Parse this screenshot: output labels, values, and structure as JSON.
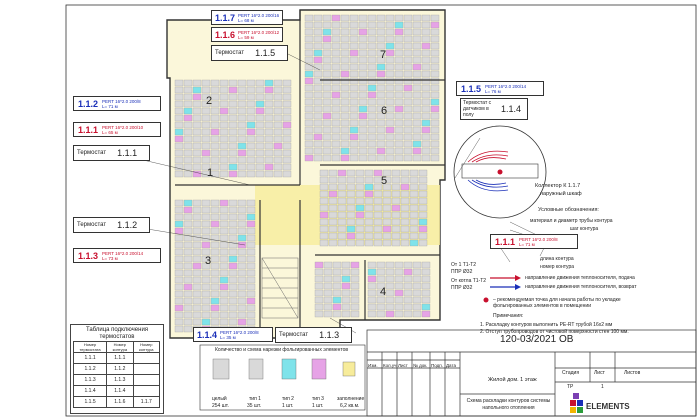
{
  "tags": [
    {
      "num": "1.1.7",
      "pert": "PERT 16*2.0",
      "spec": "200/16",
      "len": "L= 68 м",
      "color": "blue"
    },
    {
      "num": "1.1.6",
      "pert": "PERT 16*2.0",
      "spec": "200/12",
      "len": "L= 59 м",
      "color": "red"
    },
    {
      "num": "1.1.5",
      "color": "black",
      "thermo": "Термостат"
    },
    {
      "num": "1.1.2",
      "pert": "PERT 16*2.0",
      "spec": "200/8",
      "len": "L= 71 м",
      "color": "blue"
    },
    {
      "num": "1.1.1",
      "pert": "PERT 16*2.0",
      "spec": "200/10",
      "len": "L= 65 м",
      "color": "red"
    },
    {
      "num": "1.1.1",
      "color": "black",
      "thermo": "Термостат"
    },
    {
      "num": "1.1.2",
      "color": "black",
      "thermo": "Термостат"
    },
    {
      "num": "1.1.3",
      "pert": "PERT 16*2.0",
      "spec": "200/14",
      "len": "L= 73 м",
      "color": "red"
    },
    {
      "num": "1.1.5",
      "pert": "PERT 16*2.0",
      "spec": "200/14",
      "len": "L= 76 м",
      "color": "blue"
    },
    {
      "num": "1.1.4",
      "color": "black",
      "thermo": "Термостат с датчиком в полу"
    },
    {
      "num": "1.1.4",
      "pert": "PERT 16*2.0",
      "spec": "200/8",
      "len": "L= 35 м",
      "color": "blue"
    },
    {
      "num": "1.1.3",
      "color": "black",
      "thermo": "Термостат"
    }
  ],
  "room_numbers": [
    "1",
    "2",
    "3",
    "4",
    "5",
    "6",
    "7"
  ],
  "collector": {
    "title": "Коллектор К 1.1.7",
    "subtitle": "наружный шкаф"
  },
  "legend": {
    "title": "Условные обозначения:",
    "line1": "материал и диаметр трубы контура",
    "line2": "шаг контура",
    "example_num": "1.1.1",
    "example_pert": "PERT 16*2.0",
    "example_spec": "200/8",
    "example_len": "L= 71 м",
    "line3": "длина контура",
    "line4": "номер контура",
    "arrow_red": "направление движения теплоносителя, подача",
    "arrow_blue": "направление движения теплоносителя, возврат",
    "dot": "– рекомендуемая точка для начала работы по укладке фольгированных элементов в помещении",
    "notes_title": "Примечания:",
    "note1": "1. Раскладку контуров выполнить PE-RT трубой 16х2 мм",
    "note2": "2. Отступ трубопроводов от чистовой поверхности стен 100 мм."
  },
  "pipe_labels": [
    {
      "top": "От 1 Т1-Т2",
      "bottom": "ППР Ø32"
    },
    {
      "top": "От котла Т1-Т2",
      "bottom": "ППР Ø32"
    }
  ],
  "thermo_table": {
    "title": "Таблица подключения термостатов",
    "headers": [
      "Номер термостата",
      "Номер контура",
      "Номер контура"
    ],
    "rows": [
      [
        "1.1.1",
        "1.1.1",
        ""
      ],
      [
        "1.1.2",
        "1.1.2",
        ""
      ],
      [
        "1.1.3",
        "1.1.3",
        ""
      ],
      [
        "1.1.4",
        "1.1.4",
        ""
      ],
      [
        "1.1.5",
        "1.1.6",
        "1.1.7"
      ]
    ]
  },
  "elements": {
    "title": "Количество и схема нарезки фольгированных элементов",
    "items": [
      {
        "name": "целый",
        "count": "254 шт."
      },
      {
        "name": "тип 1",
        "count": "35 шт."
      },
      {
        "name": "тип 2",
        "count": "1 шт."
      },
      {
        "name": "тип 3",
        "count": "1 шт."
      },
      {
        "name": "заполнение",
        "count": "6,2 кв.м."
      }
    ]
  },
  "stamp": {
    "code": "120-03/2021 ОВ",
    "cols": [
      "Изм.",
      "Кол.уч",
      "Лист",
      "№ док.",
      "Подп.",
      "Дата"
    ],
    "object": "Жилой дом. 1 этаж",
    "stage_h": "Стадия",
    "sheet_h": "Лист",
    "sheets_h": "Листов",
    "stage": "ТР",
    "sheet": "1",
    "sheets": "",
    "desc": "Схема раскладки контуров системы напольного отопления",
    "company": "ELEMENTS"
  },
  "colors": {
    "blue": "#1a2fb8",
    "red": "#c8102e",
    "pink": "#e6a3e6",
    "cyan": "#7fe3ea",
    "yellow": "#f7ec9b",
    "tile": "#d9d9d9"
  }
}
